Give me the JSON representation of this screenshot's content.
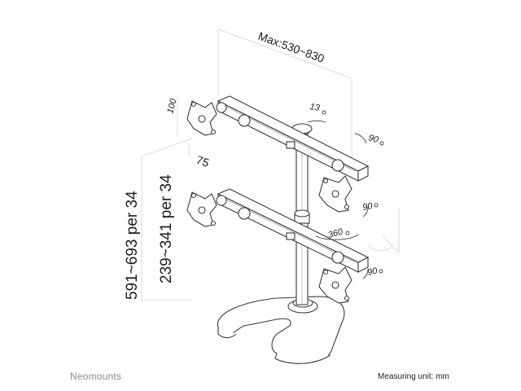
{
  "brand": {
    "name": "Neomounts"
  },
  "footer": {
    "measuring_unit": "Measuring unit: mm"
  },
  "dimensions": {
    "width_range": "Max:530~830",
    "vesa_top": "100",
    "vesa_side": "75",
    "height_total": "591~693 per 34",
    "height_pole": "239~341 per 34",
    "tilt": "13",
    "rotate_top": "90",
    "rotate_mid": "90",
    "swivel": "360",
    "rotate_bottom": "90"
  },
  "colors": {
    "line": "#3a3a3a",
    "light_line": "#cfcfcf",
    "fill": "#ffffff",
    "brand_text": "#8a8a8a"
  }
}
